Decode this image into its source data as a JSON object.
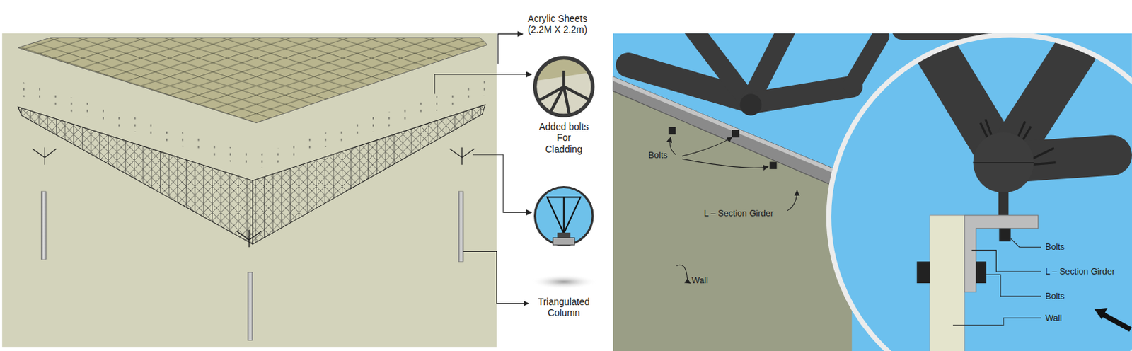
{
  "diagram": {
    "labels": [
      "Acrylic Sheets (2.2M X 2.2m)",
      "Added bolts For Cladding",
      "Triangulated Column",
      "Bolts",
      "L – Section Girder",
      "Wall",
      "Bolts",
      "L – Section Girder",
      "Bolts",
      "Wall"
    ]
  }
}
